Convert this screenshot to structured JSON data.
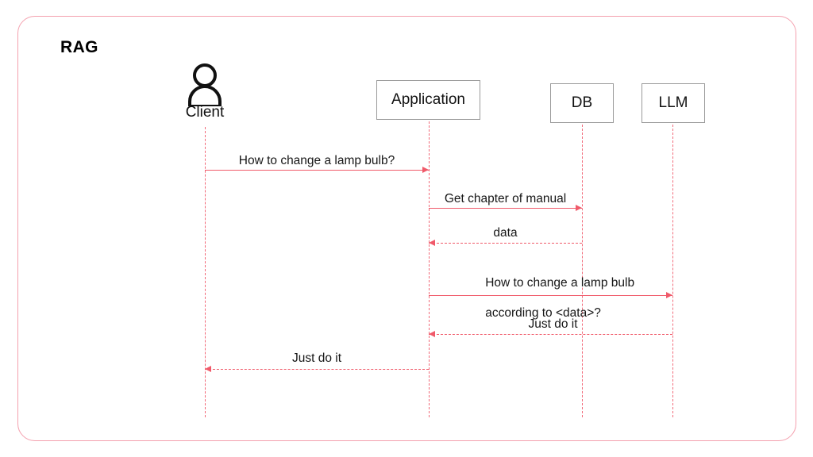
{
  "diagram": {
    "title": "RAG",
    "frame_color": "#f4a0ae",
    "line_color": "#f05a6a",
    "lifeline_color": "#f26b7a",
    "box_border_color": "#9a9a9a",
    "text_color": "#161616"
  },
  "participants": [
    {
      "id": "client",
      "label": "Client",
      "type": "actor"
    },
    {
      "id": "application",
      "label": "Application",
      "type": "box"
    },
    {
      "id": "db",
      "label": "DB",
      "type": "box"
    },
    {
      "id": "llm",
      "label": "LLM",
      "type": "box"
    }
  ],
  "messages": [
    {
      "id": "m1",
      "text": "How to change a lamp bulb?",
      "from": "client",
      "to": "application",
      "style": "solid",
      "direction": "right"
    },
    {
      "id": "m2",
      "text": "Get chapter of manual",
      "from": "application",
      "to": "db",
      "style": "solid",
      "direction": "right"
    },
    {
      "id": "m3",
      "text": "data",
      "from": "db",
      "to": "application",
      "style": "dashed",
      "direction": "left"
    },
    {
      "id": "m4",
      "line1": "How to change a lamp bulb",
      "line2": "according to <data>?",
      "text": "How to change a lamp bulb\naccording to <data>?",
      "from": "application",
      "to": "llm",
      "style": "solid",
      "direction": "right"
    },
    {
      "id": "m5",
      "text": "Just do it",
      "from": "llm",
      "to": "application",
      "style": "dashed",
      "direction": "left"
    },
    {
      "id": "m6",
      "text": "Just do it",
      "from": "application",
      "to": "client",
      "style": "dashed",
      "direction": "left"
    }
  ]
}
